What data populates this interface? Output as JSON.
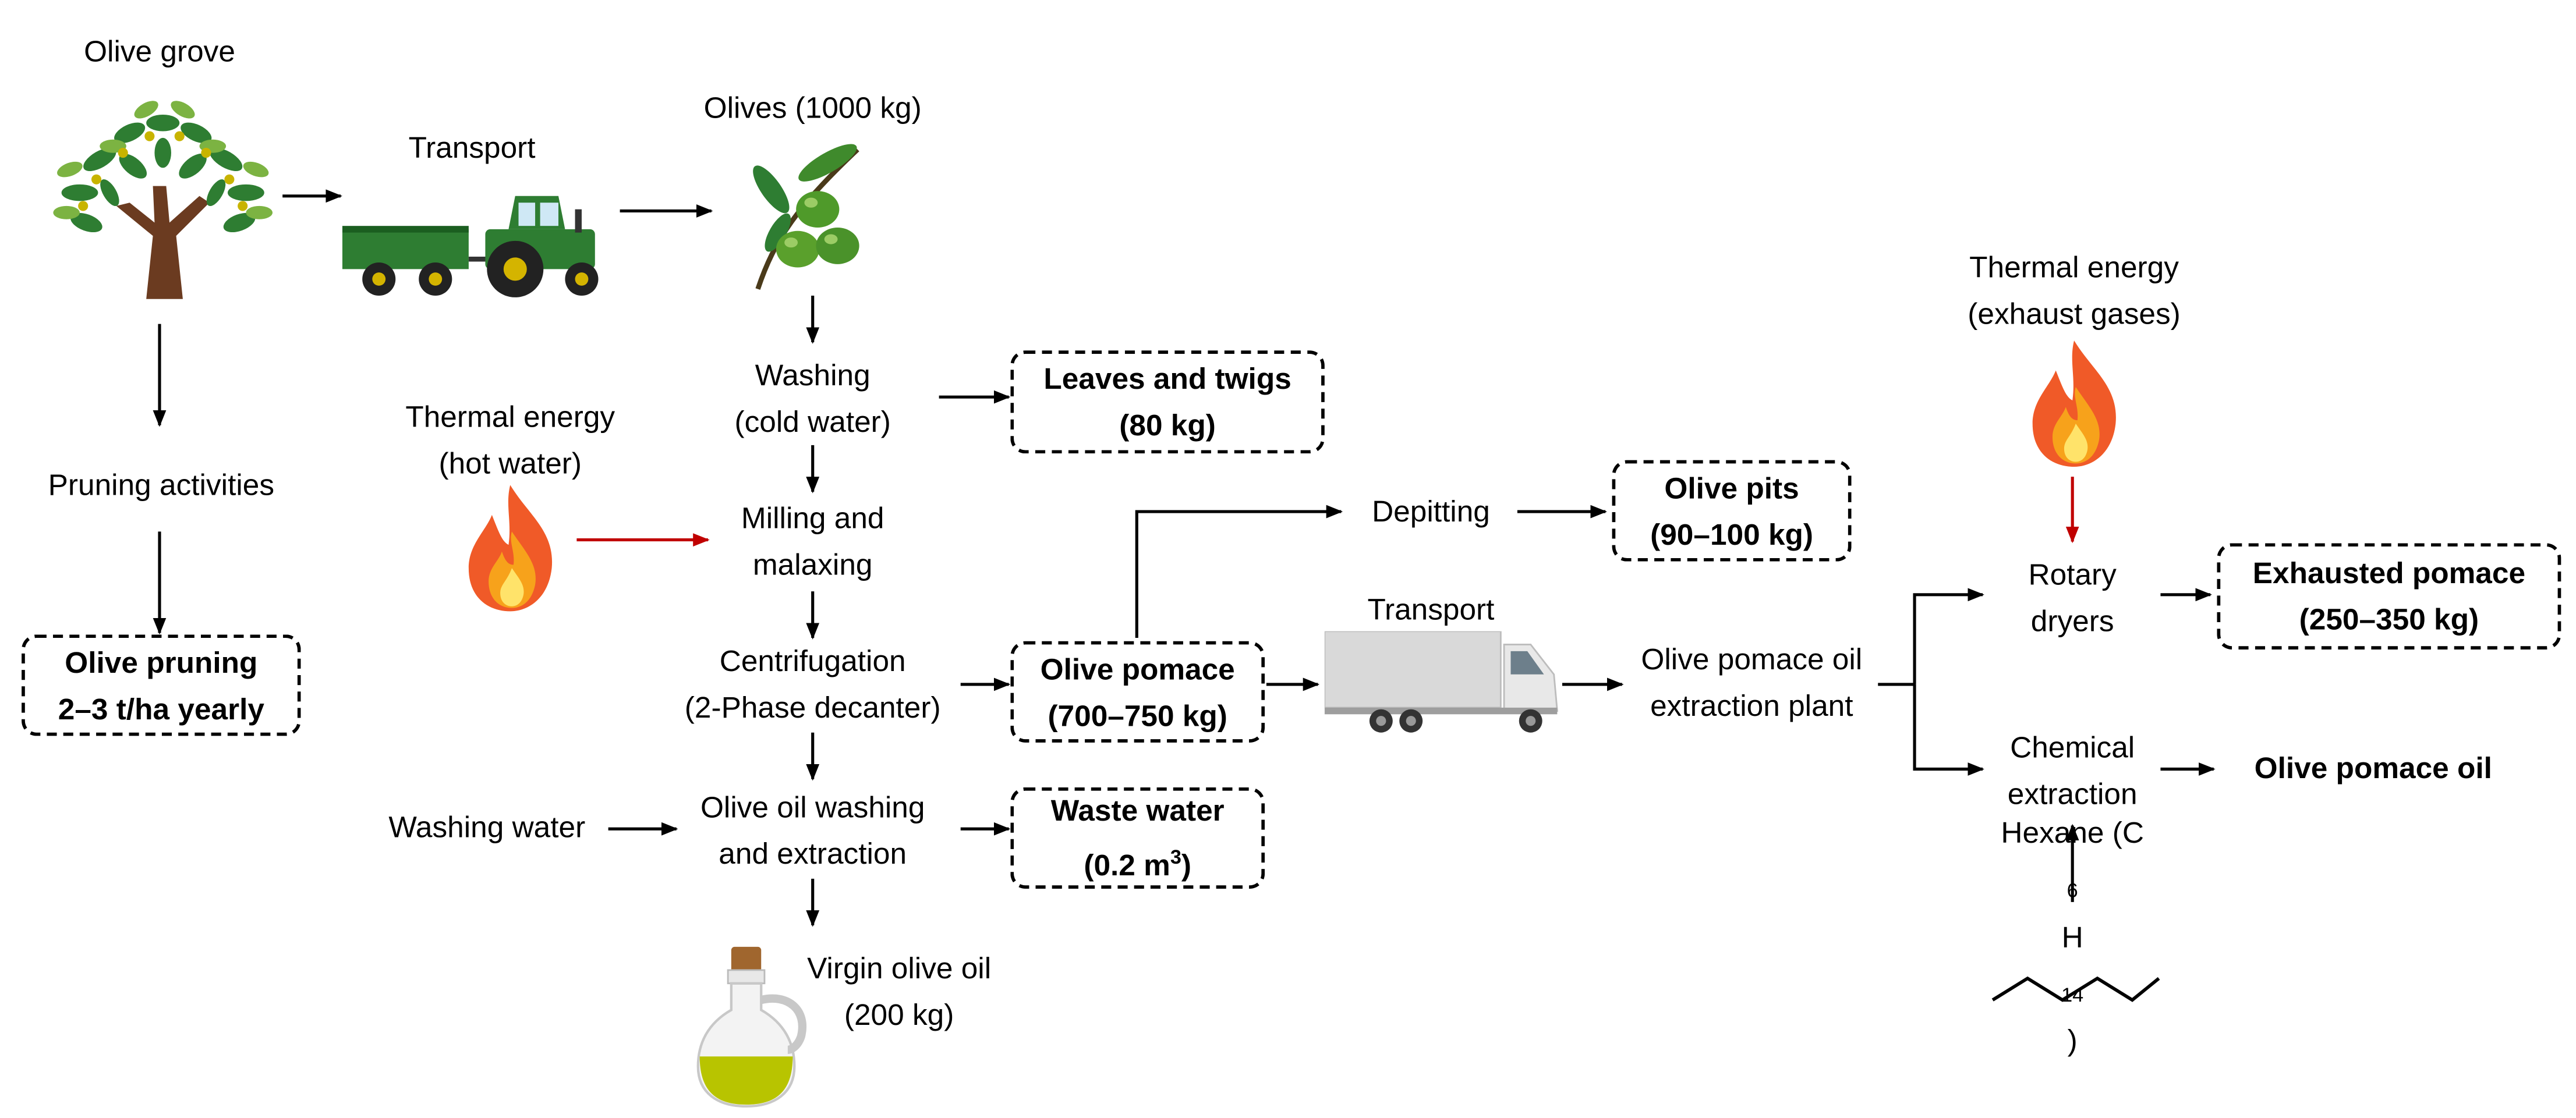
{
  "nodes": {
    "olive_grove": "Olive grove",
    "transport_1": "Transport",
    "olives": "Olives (1000 kg)",
    "pruning_activities": "Pruning activities",
    "olive_pruning": [
      "Olive pruning",
      "2–3 t/ha yearly"
    ],
    "washing": [
      "Washing",
      "(cold water)"
    ],
    "leaves_twigs": [
      "Leaves and twigs",
      "(80 kg)"
    ],
    "thermal_hot_water": [
      "Thermal energy",
      "(hot water)"
    ],
    "milling": [
      "Milling and",
      "malaxing"
    ],
    "depitting": "Depitting",
    "olive_pits": [
      "Olive pits",
      "(90–100 kg)"
    ],
    "centrifugation": [
      "Centrifugation",
      "(2-Phase decanter)"
    ],
    "olive_pomace": [
      "Olive pomace",
      "(700–750 kg)"
    ],
    "transport_2": "Transport",
    "extraction_plant": [
      "Olive pomace oil",
      "extraction plant"
    ],
    "washing_water": "Washing water",
    "oil_washing": [
      "Olive oil washing",
      "and extraction"
    ],
    "waste_water": [
      "Waste water",
      "(0.2 m",
      "3",
      ")"
    ],
    "virgin_oil": [
      "Virgin olive oil",
      "(200 kg)"
    ],
    "thermal_exhaust": [
      "Thermal energy",
      "(exhaust gases)"
    ],
    "rotary_dryers": [
      "Rotary",
      "dryers"
    ],
    "exhausted_pomace": [
      "Exhausted pomace",
      "(250–350 kg)"
    ],
    "chemical_extraction": [
      "Chemical",
      "extraction"
    ],
    "olive_pomace_oil": "Olive pomace oil",
    "hexane": [
      "Hexane (C",
      "6",
      "H",
      "14",
      ")"
    ]
  },
  "colors": {
    "arrow": "#000000",
    "heat_arrow": "#c00000",
    "tractor_green": "#2e7d32",
    "olive_green": "#5aa02c",
    "flame_orange": "#f05a28",
    "truck_gray": "#d9d9d9"
  },
  "icons": [
    "olive-tree-icon",
    "tractor-icon",
    "olive-branch-icon",
    "flame-icon",
    "truck-icon",
    "oil-bottle-icon",
    "hexane-skeletal-icon"
  ]
}
